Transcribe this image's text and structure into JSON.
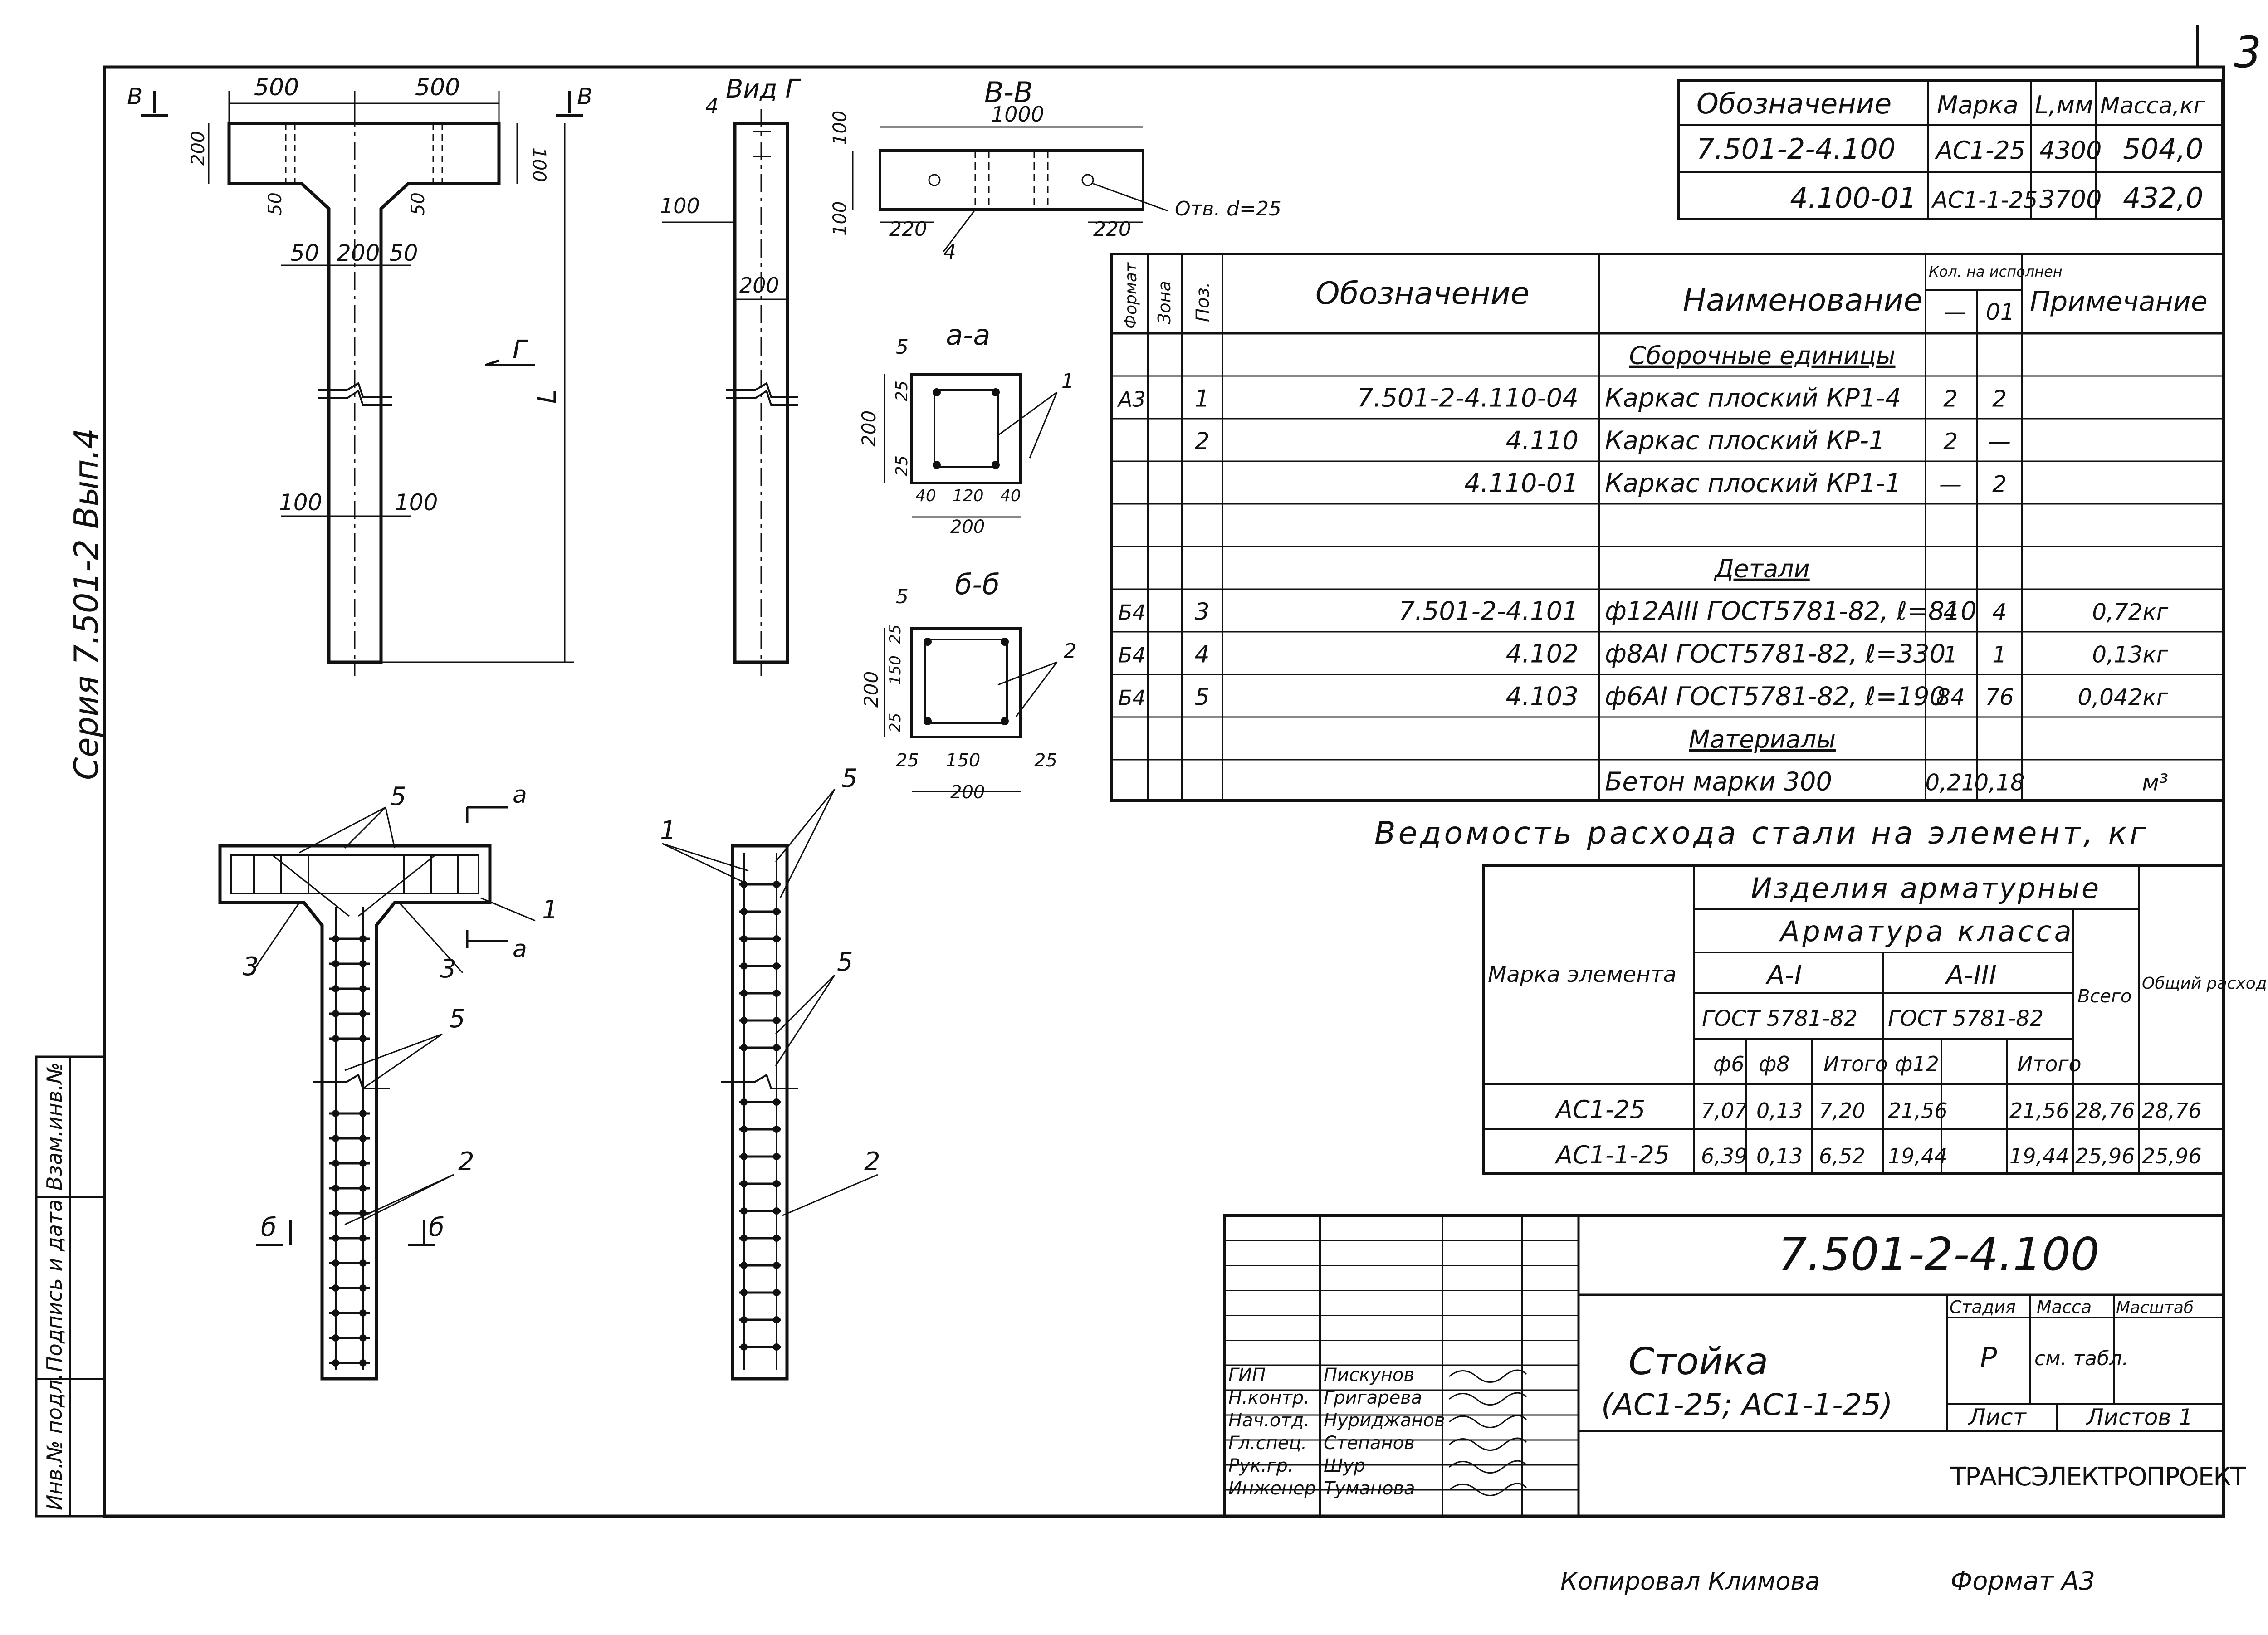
{
  "sheet_no": "3",
  "series_label": "Серия 7.501-2   Вып.4",
  "stamp_labels": [
    "Инв.№ подл.",
    "Подпись и дата",
    "Взам.инв.№"
  ],
  "top_table": {
    "headers": [
      "Обозначение",
      "Марка",
      "L,мм",
      "Масса,кг"
    ],
    "rows": [
      [
        "7.501-2-4.100",
        "АС1-25",
        "4300",
        "504,0"
      ],
      [
        "4.100-01",
        "АС1-1-25",
        "3700",
        "432,0"
      ]
    ]
  },
  "spec": {
    "headers": {
      "format": "Формат",
      "zone": "Зона",
      "pos": "Поз.",
      "designation": "Обозначение",
      "name": "Наименование",
      "qty": "Кол. на исполнен",
      "qty_a": "—",
      "qty_b": "01",
      "note": "Примечание"
    },
    "rows": [
      {
        "format": "",
        "zone": "",
        "pos": "",
        "designation": "",
        "name": "Сборочные единицы",
        "qa": "",
        "qb": "",
        "note": "",
        "section": true
      },
      {
        "format": "А3",
        "zone": "",
        "pos": "1",
        "designation": "7.501-2-4.110-04",
        "name": "Каркас плоский КР1-4",
        "qa": "2",
        "qb": "2",
        "note": ""
      },
      {
        "format": "",
        "zone": "",
        "pos": "2",
        "designation": "4.110",
        "name": "Каркас плоский КР-1",
        "qa": "2",
        "qb": "—",
        "note": ""
      },
      {
        "format": "",
        "zone": "",
        "pos": "",
        "designation": "4.110-01",
        "name": "Каркас плоский КР1-1",
        "qa": "—",
        "qb": "2",
        "note": ""
      },
      {
        "format": "",
        "zone": "",
        "pos": "",
        "designation": "",
        "name": "",
        "qa": "",
        "qb": "",
        "note": ""
      },
      {
        "format": "",
        "zone": "",
        "pos": "",
        "designation": "",
        "name": "Детали",
        "qa": "",
        "qb": "",
        "note": "",
        "section": true
      },
      {
        "format": "Б4",
        "zone": "",
        "pos": "3",
        "designation": "7.501-2-4.101",
        "name": "ф12АIII ГОСТ5781-82, ℓ=810",
        "qa": "4",
        "qb": "4",
        "note": "0,72кг"
      },
      {
        "format": "Б4",
        "zone": "",
        "pos": "4",
        "designation": "4.102",
        "name": "ф8АI ГОСТ5781-82, ℓ=330",
        "qa": "1",
        "qb": "1",
        "note": "0,13кг"
      },
      {
        "format": "Б4",
        "zone": "",
        "pos": "5",
        "designation": "4.103",
        "name": "ф6АI ГОСТ5781-82, ℓ=190",
        "qa": "84",
        "qb": "76",
        "note": "0,042кг"
      },
      {
        "format": "",
        "zone": "",
        "pos": "",
        "designation": "",
        "name": "Материалы",
        "qa": "",
        "qb": "",
        "note": "",
        "section": true
      },
      {
        "format": "",
        "zone": "",
        "pos": "",
        "designation": "",
        "name": "Бетон марки 300",
        "qa": "0,21",
        "qb": "0,18",
        "note": "м³"
      }
    ]
  },
  "steel": {
    "title": "Ведомость расхода стали на элемент, кг",
    "h_mark": "Марка элемента",
    "h_products": "Изделия арматурные",
    "h_class": "Арматура класса",
    "h_a1": "А-I",
    "h_a3": "А-III",
    "h_gost1": "ГОСТ 5781-82",
    "h_gost2": "ГОСТ 5781-82",
    "h_total": "Всего",
    "h_general": "Общий расход",
    "cols": [
      "ф6",
      "ф8",
      "Итого",
      "ф12",
      "",
      "Итого"
    ],
    "rows": [
      [
        "АС1-25",
        "7,07",
        "0,13",
        "7,20",
        "21,56",
        "",
        "21,56",
        "28,76",
        "28,76"
      ],
      [
        "АС1-1-25",
        "6,39",
        "0,13",
        "6,52",
        "19,44",
        "",
        "19,44",
        "25,96",
        "25,96"
      ]
    ]
  },
  "title_block": {
    "code": "7.501-2-4.100",
    "name_line1": "Стойка",
    "name_line2": "(АС1-25; АС1-1-25)",
    "stage_label": "Стадия",
    "mass_label": "Масса",
    "scale_label": "Масштаб",
    "stage": "Р",
    "mass": "см. табл.",
    "sheet_label": "Лист",
    "sheets_label": "Листов 1",
    "org": "ТРАНСЭЛЕКТРОПРОЕКТ",
    "people": [
      [
        "ГИП",
        "Пискунов"
      ],
      [
        "Н.контр.",
        "Григарева"
      ],
      [
        "Нач.отд.",
        "Нуриджанов"
      ],
      [
        "Гл.спец.",
        "Степанов"
      ],
      [
        "Рук.гр.",
        "Шур"
      ],
      [
        "Инженер",
        "Туманова"
      ]
    ]
  },
  "footer": {
    "copied": "Копировал Климова",
    "format": "Формат А3"
  },
  "drawing": {
    "dims_top": [
      "500",
      "500",
      "200",
      "100",
      "50",
      "50",
      "50",
      "200",
      "50",
      "100",
      "100",
      "L"
    ],
    "view_g": "Вид Г",
    "dims_view_g": [
      "4",
      "100",
      "200"
    ],
    "section_vv": "В-В",
    "dims_vv": [
      "1000",
      "100",
      "100",
      "220",
      "220",
      "4"
    ],
    "hole_label": "Отв. d=25",
    "section_aa": "а-а",
    "dims_aa": [
      "5",
      "1",
      "200",
      "25",
      "25",
      "40",
      "120",
      "40",
      "200"
    ],
    "section_bb": "б-б",
    "dims_bb": [
      "5",
      "2",
      "200",
      "25",
      "150",
      "25",
      "25",
      "150",
      "25",
      "200"
    ],
    "markers": {
      "v": "В",
      "g": "Г",
      "a": "а",
      "b": "б"
    },
    "pos_labels": [
      "5",
      "1",
      "3",
      "3",
      "5",
      "2",
      "1",
      "5",
      "5",
      "2"
    ]
  }
}
